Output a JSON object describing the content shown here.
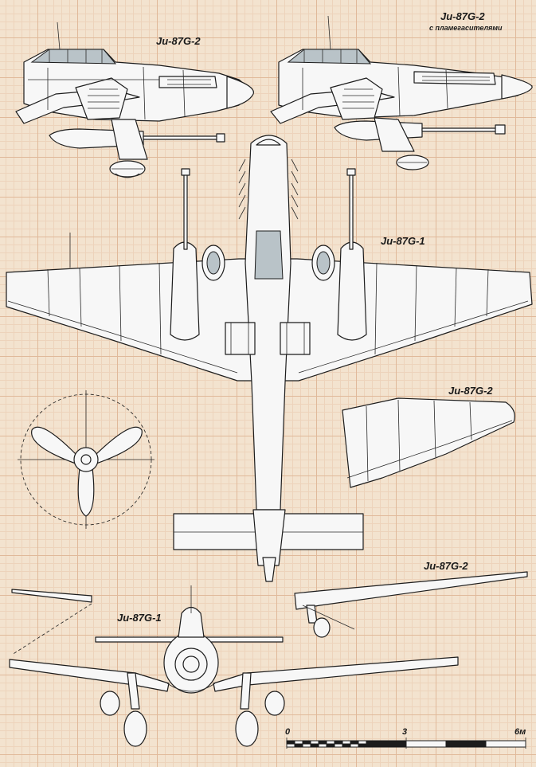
{
  "labels": {
    "side_view_left": "Ju-87G-2",
    "side_view_right": "Ju-87G-2",
    "side_view_right_note": "с пламегасителями",
    "top_view": "Ju-87G-1",
    "wing_detail": "Ju-87G-2",
    "front_view": "Ju-87G-1",
    "front_wing_detail": "Ju-87G-2"
  },
  "scale_bar": {
    "ticks": [
      "0",
      "3",
      "6м"
    ]
  }
}
